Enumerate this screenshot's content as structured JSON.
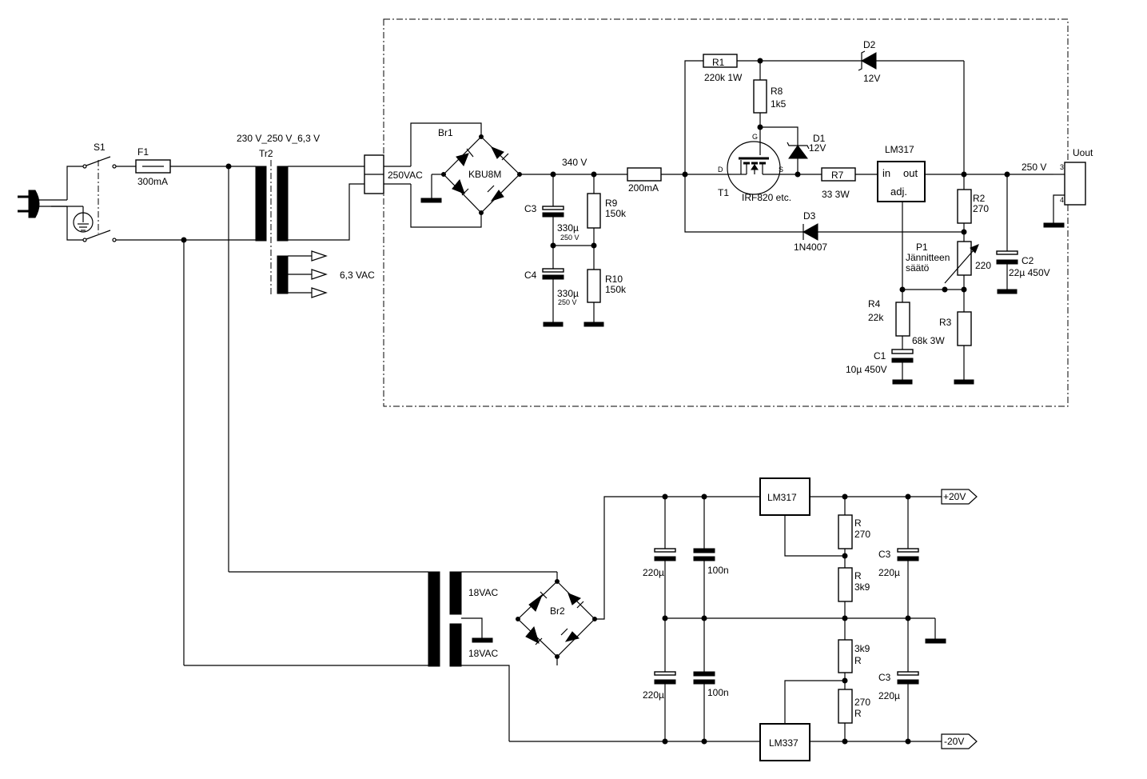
{
  "labels": {
    "s1": "S1",
    "f1": "F1",
    "f1_val": "300mA",
    "tr2_spec": "230 V_250 V_6,3 V",
    "tr2": "Tr2",
    "vac63": "6,3 VAC",
    "vac250": "250VAC",
    "br1": "Br1",
    "kbu8m": "KBU8M",
    "v340": "340 V",
    "c3": "C3",
    "c3_val": "330µ",
    "c3_v": "250 V",
    "c4": "C4",
    "c4_val": "330µ",
    "c4_v": "250 V",
    "r9": "R9",
    "r9_val": "150k",
    "r10": "R10",
    "r10_val": "150k",
    "fuse2": "200mA",
    "r1": "R1",
    "r1_val": "220k 1W",
    "r8": "R8",
    "r8_val": "1k5",
    "d2": "D2",
    "d2_val": "12V",
    "d1": "D1",
    "d1_val": "12V",
    "t1": "T1",
    "t1_val": "IRF820 etc.",
    "pin_g": "G",
    "pin_d": "D",
    "pin_s": "S",
    "r7": "R7",
    "r7_val": "33  3W",
    "d3": "D3",
    "d3_val": "1N4007",
    "lm317": "LM317",
    "reg_in": "in",
    "reg_out": "out",
    "reg_adj": "adj.",
    "v250": "250 V",
    "uout": "Uout",
    "pin3": "3",
    "pin4": "4",
    "r2": "R2",
    "r2_val": "270",
    "p1": "P1",
    "p1_desc1": "Jännitteen",
    "p1_desc2": "säätö",
    "p1_val": "220",
    "c2": "C2",
    "c2_val": "22µ 450V",
    "r4": "R4",
    "r4_val": "22k",
    "r3": "R3",
    "r3_val": "68k 3W",
    "c1": "C1",
    "c1_val": "10µ 450V",
    "vac18a": "18VAC",
    "vac18b": "18VAC",
    "br2": "Br2",
    "lm317b": "LM317",
    "lm337": "LM337",
    "c220a": "220µ",
    "c100a": "100n",
    "c220b": "220µ",
    "c100b": "100n",
    "pr_r": "R",
    "pr_270": "270",
    "pr_r2": "R",
    "pr_3k9": "3k9",
    "nr_3k9": "3k9",
    "nr_r": "R",
    "nr_270": "270",
    "nr_r2": "R",
    "pc3": "C3",
    "pc3_val": "220µ",
    "nc3": "C3",
    "nc3_val": "220µ",
    "plus20": "+20V",
    "minus20": "-20V"
  }
}
